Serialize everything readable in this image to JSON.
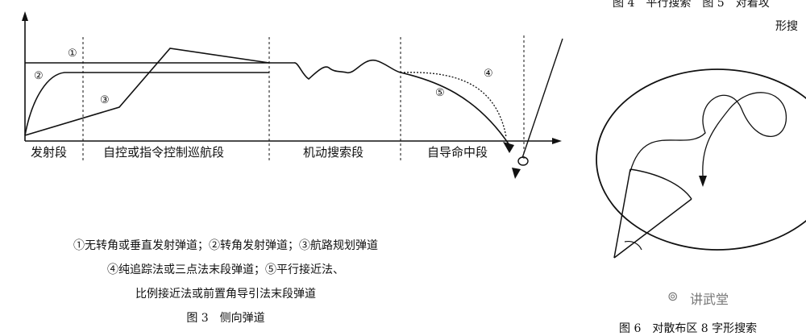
{
  "figure3": {
    "phases": [
      "发射段",
      "自控或指令控制巡航段",
      "机动搜索段",
      "自导命中段"
    ],
    "curve_labels": [
      "①",
      "②",
      "③",
      "④",
      "⑤"
    ],
    "legend_lines": [
      "①无转角或垂直发射弹道；②转角发射弹道；③航路规划弹道",
      "④纯追踪法或三点法末段弹道；⑤平行接近法、",
      "比例接近法或前置角导引法末段弹道"
    ],
    "caption": "图 3　侧向弹道"
  },
  "top_right": {
    "line1": "图 4　平行搜索　图 5　对着攻",
    "line2": "形搜"
  },
  "figure6": {
    "caption": "图 6　对散布区 8 字形搜索"
  },
  "watermark": "讲武堂"
}
